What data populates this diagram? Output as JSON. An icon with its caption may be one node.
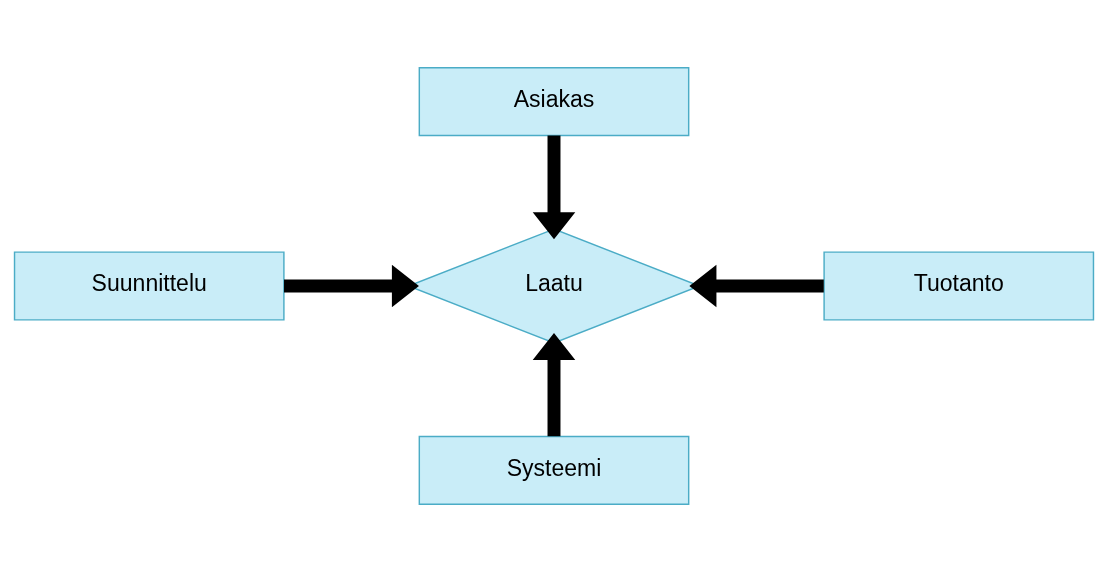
{
  "diagram": {
    "nodes": [
      {
        "text": [
          "Asiakas"
        ]
      },
      {
        "text": [
          "Suunnittelu"
        ]
      },
      {
        "text": [
          "Laatu"
        ]
      },
      {
        "text": [
          "Tuotanto"
        ]
      },
      {
        "text": [
          "Systeemi"
        ]
      }
    ],
    "edges": [
      {
        "from": 0,
        "to": 2,
        "arrow": "to"
      },
      {
        "from": 1,
        "to": 2,
        "arrow": "to"
      },
      {
        "from": 3,
        "to": 2,
        "arrow": "to"
      },
      {
        "from": 4,
        "to": 2,
        "arrow": "to"
      }
    ]
  }
}
